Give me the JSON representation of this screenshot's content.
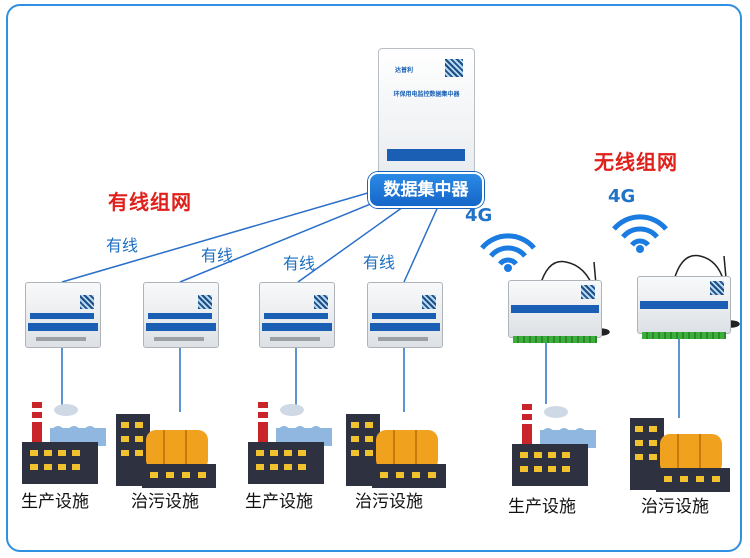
{
  "hub": {
    "label": "数据集中器",
    "device_brand": "达普利",
    "device_name": "环保用电监控数据集中器"
  },
  "wired": {
    "title": "有线组网",
    "link_label": "有线",
    "devices": [
      {
        "facility": "生产设施"
      },
      {
        "facility": "治污设施"
      },
      {
        "facility": "生产设施"
      },
      {
        "facility": "治污设施"
      }
    ]
  },
  "wireless": {
    "title": "无线组网",
    "signal_label": "4G",
    "devices": [
      {
        "facility": "生产设施"
      },
      {
        "facility": "治污设施"
      }
    ]
  },
  "colors": {
    "accent_blue": "#1a6fd0",
    "title_red": "#e0201b",
    "wire_blue": "#2a6fc9",
    "factory_yellow": "#f2c12e",
    "factory_dark": "#2e3240",
    "tank_orange": "#f0a21e"
  }
}
